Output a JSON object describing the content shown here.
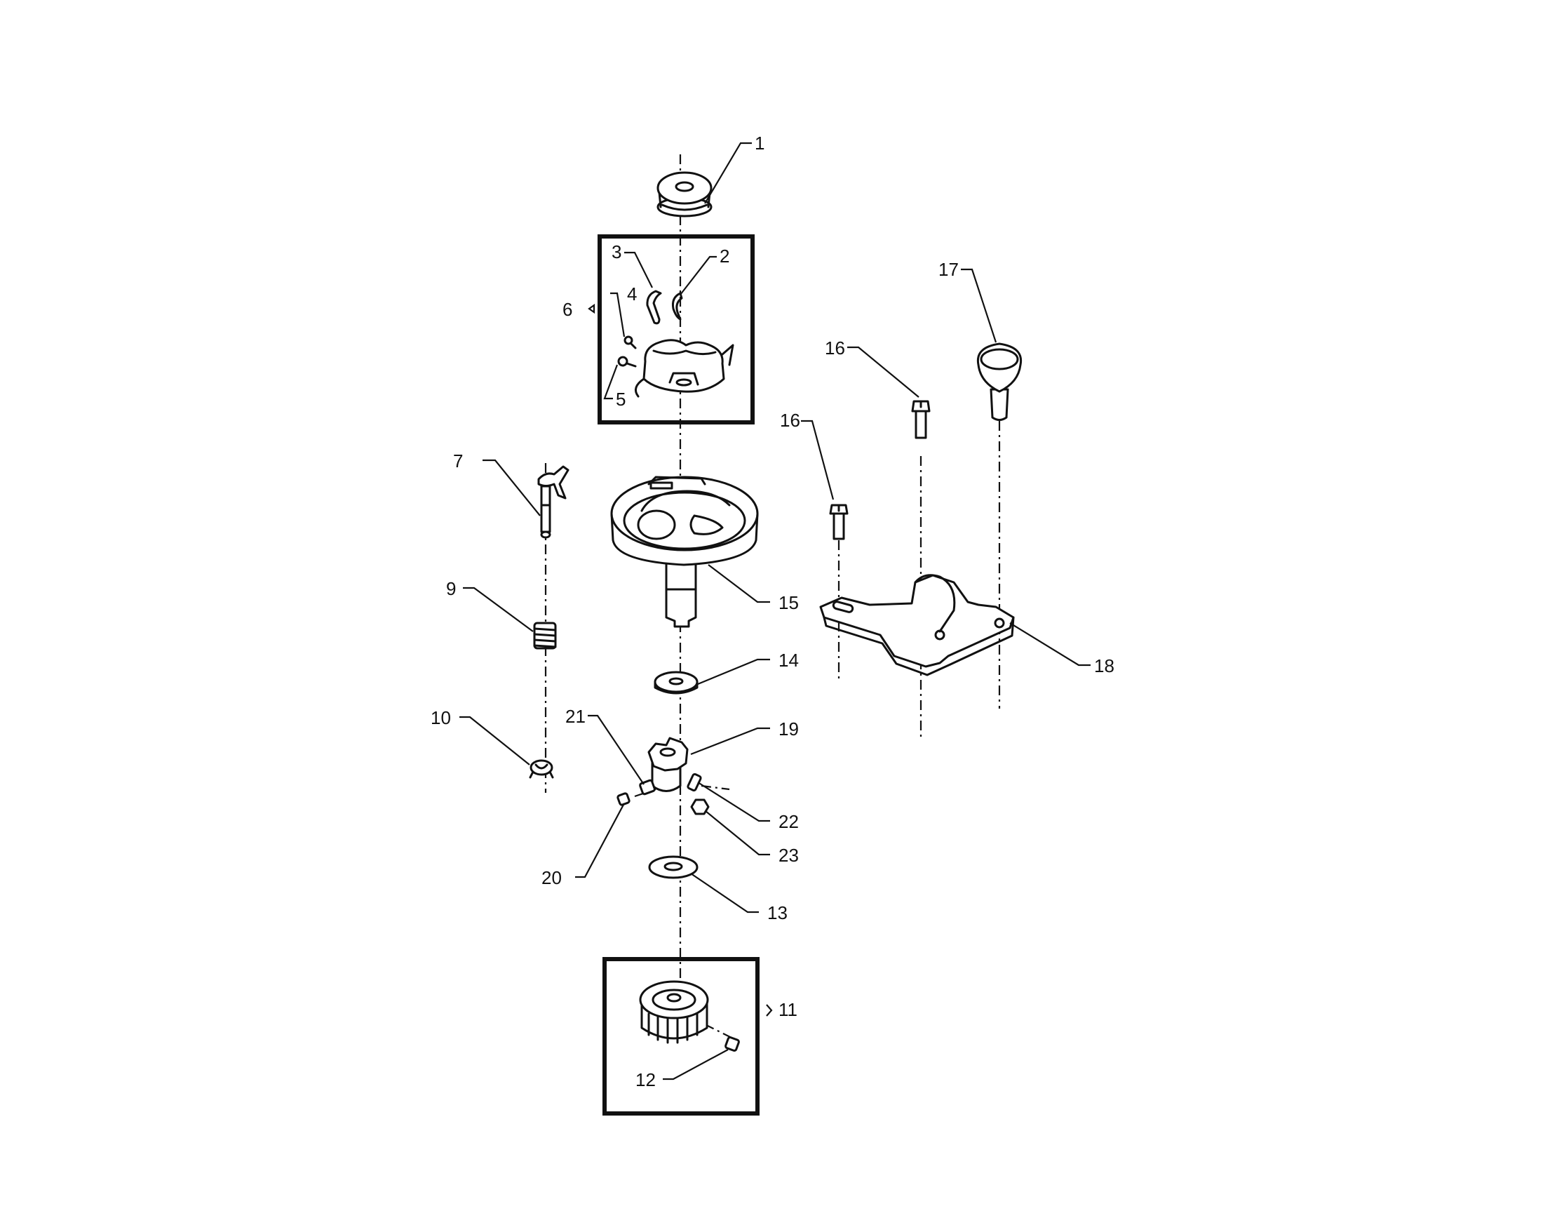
{
  "diagram": {
    "callouts": [
      {
        "id": "1",
        "text": "1"
      },
      {
        "id": "2",
        "text": "2"
      },
      {
        "id": "3",
        "text": "3"
      },
      {
        "id": "4",
        "text": "4"
      },
      {
        "id": "5",
        "text": "5"
      },
      {
        "id": "6",
        "text": "6"
      },
      {
        "id": "7",
        "text": "7"
      },
      {
        "id": "9",
        "text": "9"
      },
      {
        "id": "10",
        "text": "10"
      },
      {
        "id": "11",
        "text": "11"
      },
      {
        "id": "12",
        "text": "12"
      },
      {
        "id": "13",
        "text": "13"
      },
      {
        "id": "14",
        "text": "14"
      },
      {
        "id": "15",
        "text": "15"
      },
      {
        "id": "16a",
        "text": "16"
      },
      {
        "id": "16b",
        "text": "16"
      },
      {
        "id": "17",
        "text": "17"
      },
      {
        "id": "18",
        "text": "18"
      },
      {
        "id": "19",
        "text": "19"
      },
      {
        "id": "20",
        "text": "20"
      },
      {
        "id": "21",
        "text": "21"
      },
      {
        "id": "22",
        "text": "22"
      },
      {
        "id": "23",
        "text": "23"
      }
    ]
  }
}
